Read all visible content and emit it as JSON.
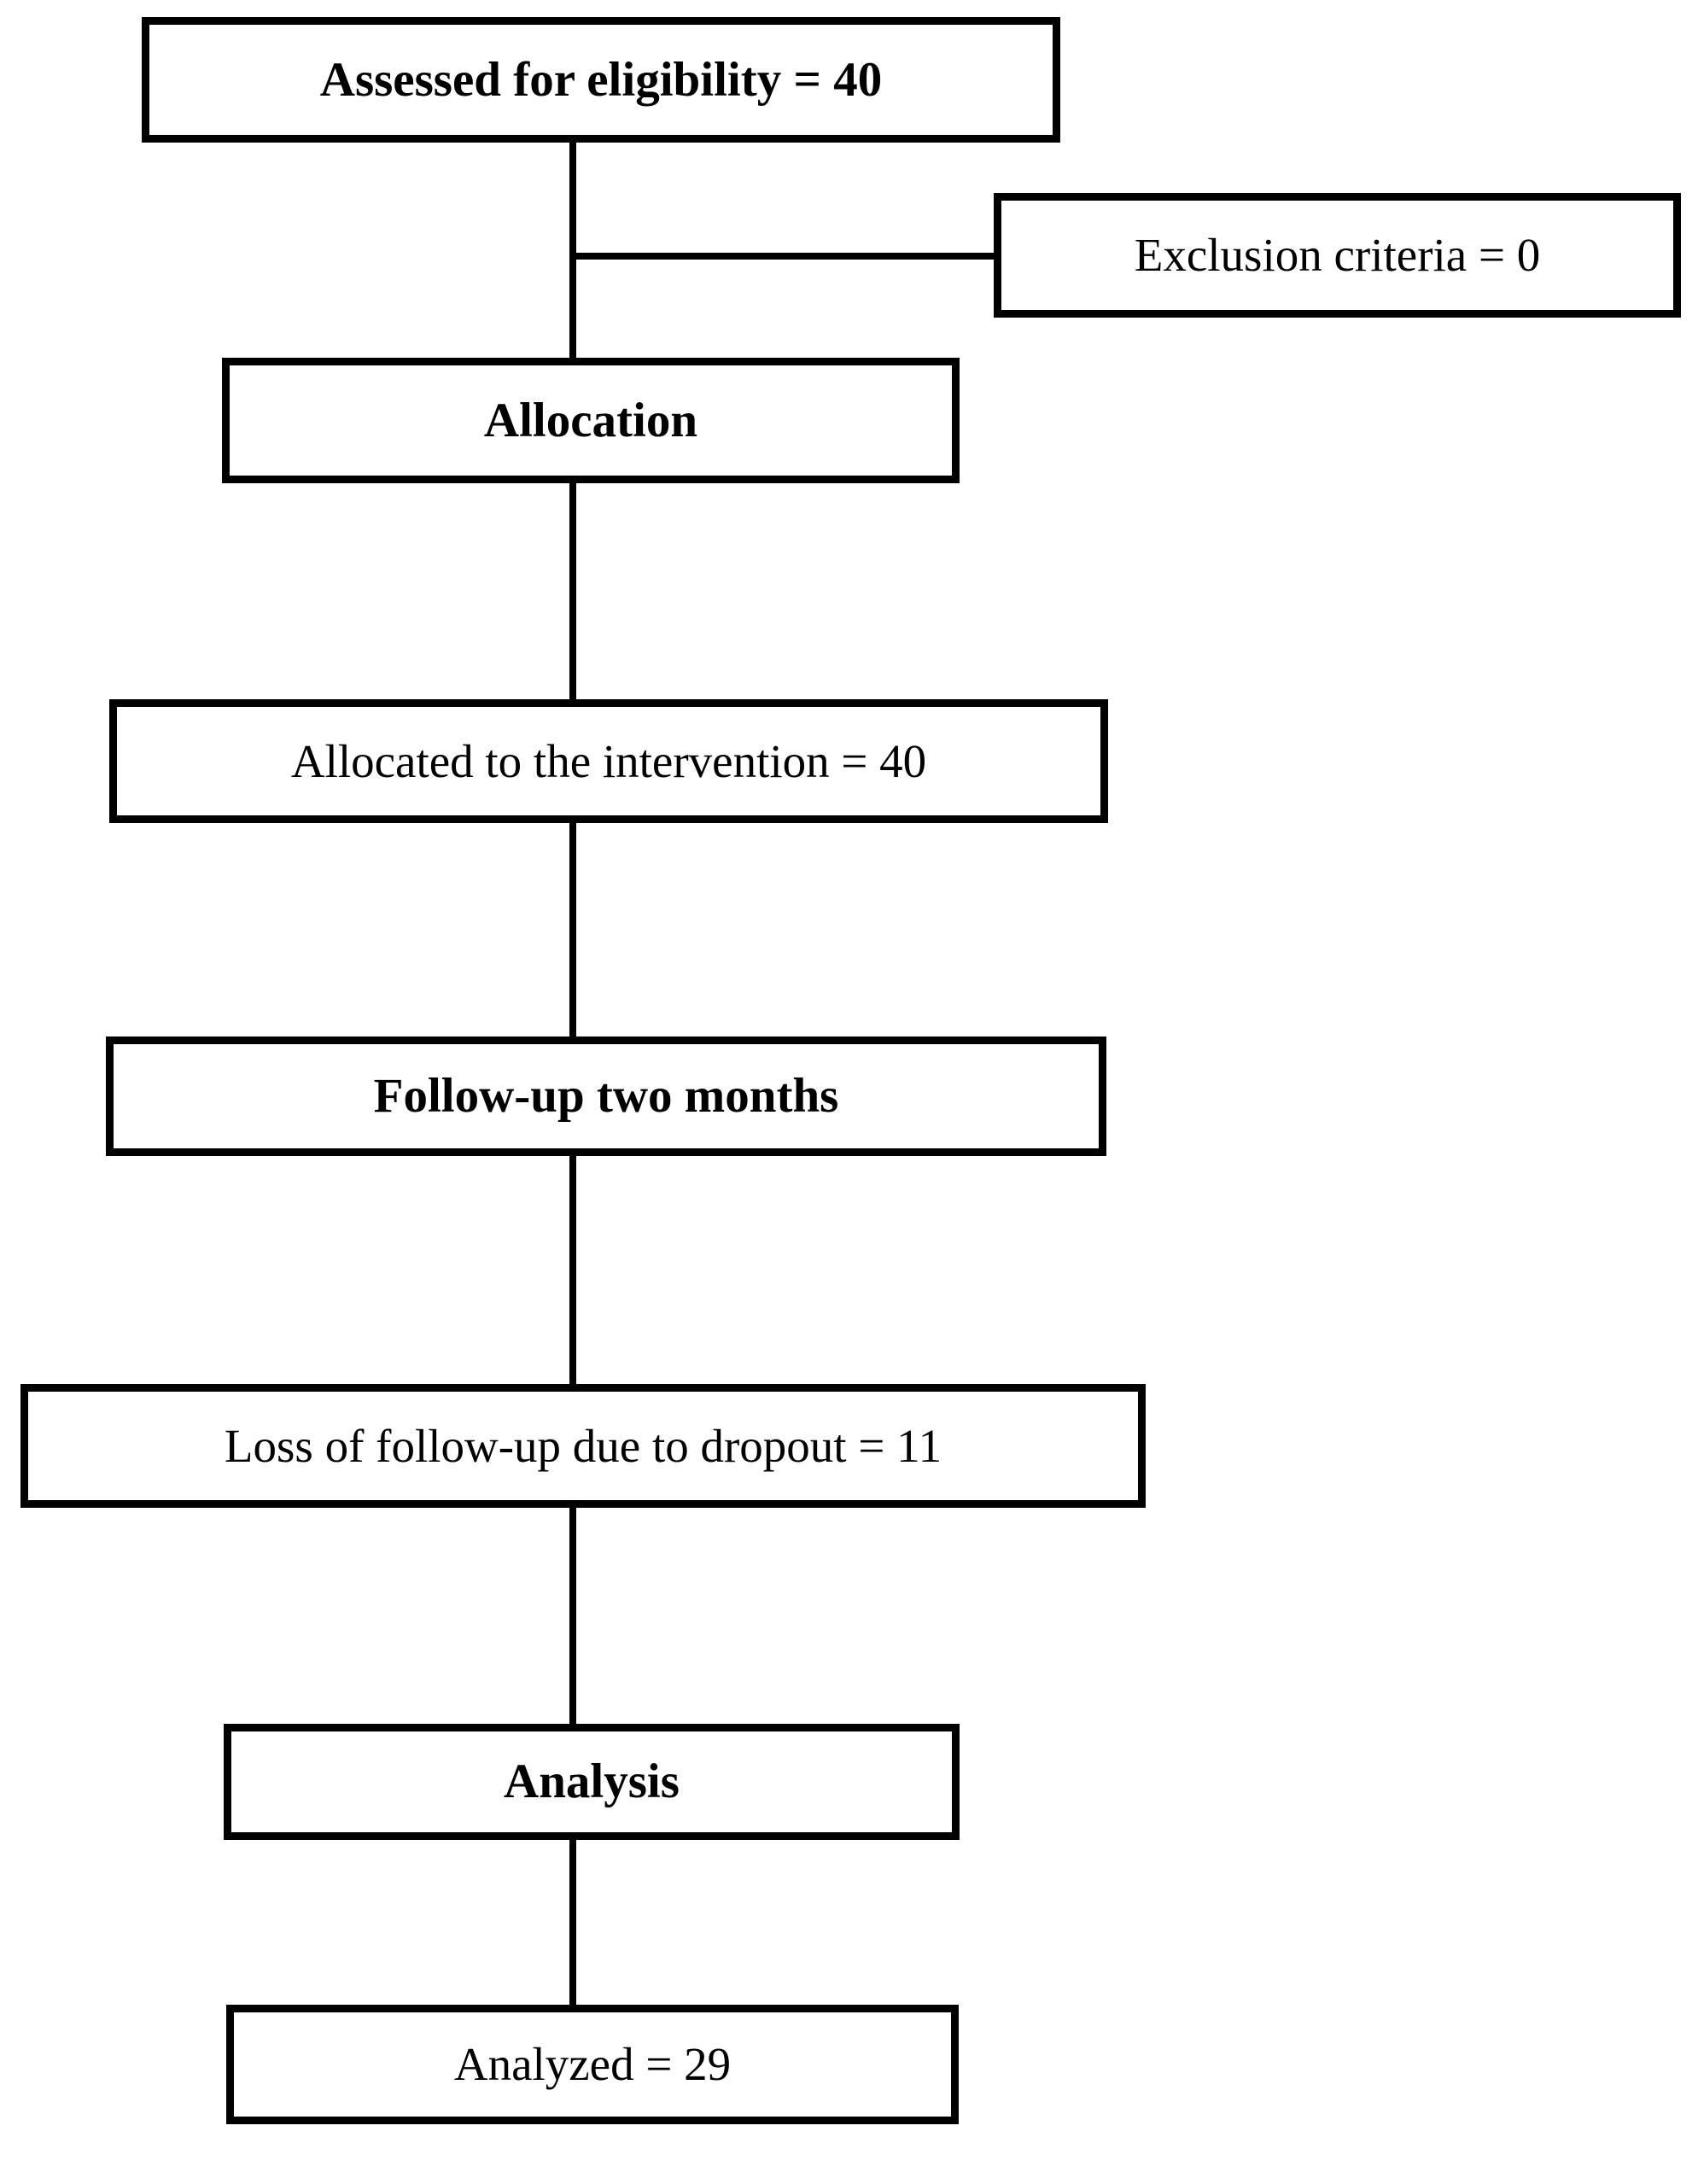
{
  "diagram": {
    "type": "CONSORT participant flow diagram",
    "orientation": "vertical",
    "background_color": "#ffffff",
    "line_color": "#000000",
    "text_color": "#000000",
    "nodes": [
      {
        "id": "assessed",
        "label": "Assessed for eligibility = 40",
        "emphasis": "bold",
        "count": 40
      },
      {
        "id": "exclusion",
        "label": "Exclusion criteria = 0",
        "emphasis": "regular",
        "count": 0
      },
      {
        "id": "allocation-header",
        "label": "Allocation",
        "emphasis": "bold",
        "count": null
      },
      {
        "id": "allocated",
        "label": "Allocated to the intervention = 40",
        "emphasis": "regular",
        "count": 40
      },
      {
        "id": "followup-header",
        "label": "Follow-up two months",
        "emphasis": "bold",
        "count": null
      },
      {
        "id": "dropout",
        "label": "Loss of follow-up due to dropout = 11",
        "emphasis": "regular",
        "count": 11
      },
      {
        "id": "analysis-header",
        "label": "Analysis",
        "emphasis": "bold",
        "count": null
      },
      {
        "id": "analyzed",
        "label": "Analyzed = 29",
        "emphasis": "regular",
        "count": 29
      }
    ],
    "edges": [
      {
        "from": "assessed",
        "to": "allocation-header",
        "kind": "vertical"
      },
      {
        "from": "assessed",
        "to": "exclusion",
        "kind": "horizontal-branch"
      },
      {
        "from": "allocation-header",
        "to": "allocated",
        "kind": "vertical"
      },
      {
        "from": "allocated",
        "to": "followup-header",
        "kind": "vertical"
      },
      {
        "from": "followup-header",
        "to": "dropout",
        "kind": "vertical"
      },
      {
        "from": "dropout",
        "to": "analysis-header",
        "kind": "vertical"
      },
      {
        "from": "analysis-header",
        "to": "analyzed",
        "kind": "vertical"
      }
    ]
  }
}
